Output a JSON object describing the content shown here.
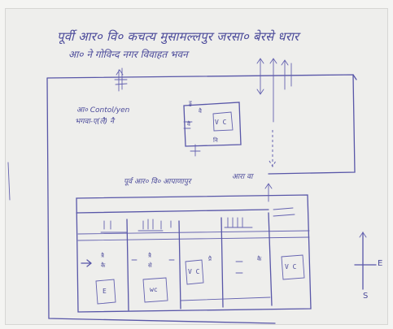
{
  "title": "पूर्वी आर० वि० कचत्य मुसामल्लपुर जरसा० बेरसे धरार",
  "subtitle": "आ० ने गोविन्द नगर विवाहत भवन",
  "labels": {
    "upper_left_line1": "आ० Contol/yen",
    "upper_left_line2": "भगवा-ए(लै) नै",
    "section_title": "पूर्व आर० वि० आपाणापुर",
    "section_right": "आरा वा"
  },
  "upper_box": {
    "ids": [
      "डु",
      "वै",
      "वै",
      "नि"
    ],
    "vc": "V C"
  },
  "lower_rooms": [
    {
      "id": "त्रै",
      "label": "कै"
    },
    {
      "id": "त्रै",
      "label": "से"
    },
    {
      "id": "प्रै",
      "label": ""
    },
    {
      "id": "कै",
      "label": ""
    }
  ],
  "vc_boxes": [
    "V C",
    "V C"
  ],
  "small_boxes": [
    "E",
    "wc"
  ],
  "compass": {
    "e": "E",
    "s": "S"
  },
  "colors": {
    "ink": "#5856a8",
    "paper": "#eeeeec"
  }
}
